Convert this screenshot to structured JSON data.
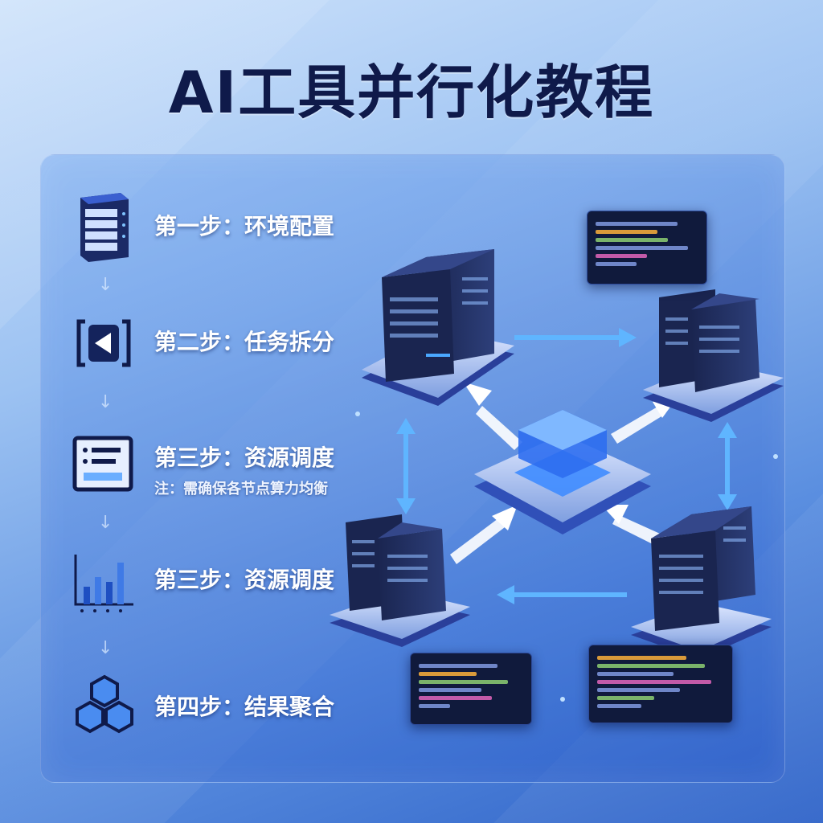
{
  "title": "AI工具并行化教程",
  "steps": [
    {
      "label": "第一步：环境配置",
      "icon": "server-rack-icon"
    },
    {
      "label": "第二步：任务拆分",
      "icon": "media-bracket-icon"
    },
    {
      "label": "第三步：资源调度",
      "icon": "list-window-icon",
      "note": "注：需确保各节点算力均衡"
    },
    {
      "label": "第三步：资源调度",
      "icon": "bar-chart-icon"
    },
    {
      "label": "第四步：结果聚合",
      "icon": "hexagon-cluster-icon"
    }
  ],
  "colors": {
    "accent": "#4aa8ff",
    "navy": "#0f1a4a",
    "server": "#1c2850",
    "glow": "#3f8cff"
  }
}
